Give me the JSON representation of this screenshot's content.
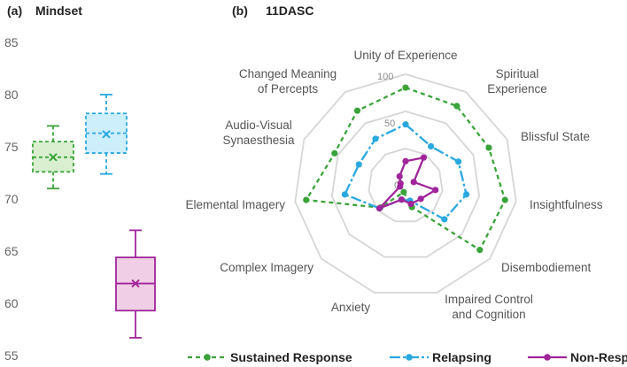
{
  "panel_a": {
    "label": "(a)",
    "title": "Mindset"
  },
  "panel_b": {
    "label": "(b)",
    "title": "11DASC"
  },
  "chart_data": [
    {
      "type": "box",
      "title": "Mindset",
      "ylim": [
        55,
        87
      ],
      "yticks": [
        "55",
        "60",
        "65",
        "70",
        "75",
        "80",
        "85"
      ],
      "boxes": [
        {
          "name": "Sustained Response",
          "color": "#3aa33a",
          "fill": "#d9efd0",
          "min": 71,
          "q1": 72.6,
          "median": 74,
          "mean": 74,
          "q3": 75.5,
          "max": 77,
          "dashed": true
        },
        {
          "name": "Relapsing",
          "color": "#2aa8e0",
          "fill": "#cdeefb",
          "min": 72.4,
          "q1": 74.4,
          "median": 76.3,
          "mean": 76.2,
          "q3": 78.2,
          "max": 80,
          "dashed": true
        },
        {
          "name": "Non-Response",
          "color": "#a0259a",
          "fill": "#f0cfe6",
          "min": 56.7,
          "q1": 59.3,
          "median": 61.9,
          "mean": 61.9,
          "q3": 64.4,
          "max": 67,
          "dashed": false
        }
      ]
    },
    {
      "type": "radar",
      "title": "11DASC",
      "rlim": [
        0,
        100
      ],
      "ring_labels": [
        "0",
        "50",
        "100"
      ],
      "axes": [
        "Unity of Experience",
        "Spiritual Experience",
        "Blissful State",
        "Insightfulness",
        "Disembodiement",
        "Impaired Control and Cognition",
        "Anxiety",
        "Complex Imagery",
        "Elemental Imagery",
        "Audio-Visual Synaesthesia",
        "Changed Meaning of Percepts"
      ],
      "axis_label_lines": [
        [
          "Unity of Experience"
        ],
        [
          "Spiritual",
          "Experience"
        ],
        [
          "Blissful State"
        ],
        [
          "Insightfulness"
        ],
        [
          "Disembodiement"
        ],
        [
          "Impaired Control",
          "and Cognition"
        ],
        [
          "Anxiety"
        ],
        [
          "Complex Imagery"
        ],
        [
          "Elemental Imagery"
        ],
        [
          "Audio-Visual",
          "Synaesthesia"
        ],
        [
          "Changed Meaning",
          "of Percepts"
        ]
      ],
      "series": [
        {
          "name": "Sustained Response",
          "color": "#3aa33a",
          "dash": "5,4",
          "values": [
            88,
            85,
            82,
            90,
            88,
            20,
            6,
            30,
            90,
            70,
            80
          ]
        },
        {
          "name": "Relapsing",
          "color": "#2aa8e0",
          "dash": "12,3,3,3",
          "values": [
            55,
            42,
            52,
            55,
            46,
            14,
            13,
            31,
            55,
            46,
            50
          ]
        },
        {
          "name": "Non-Response",
          "color": "#a0259a",
          "dash": "",
          "values": [
            22,
            30,
            8,
            27,
            18,
            17,
            13,
            31,
            5,
            5,
            10
          ]
        }
      ]
    }
  ]
}
